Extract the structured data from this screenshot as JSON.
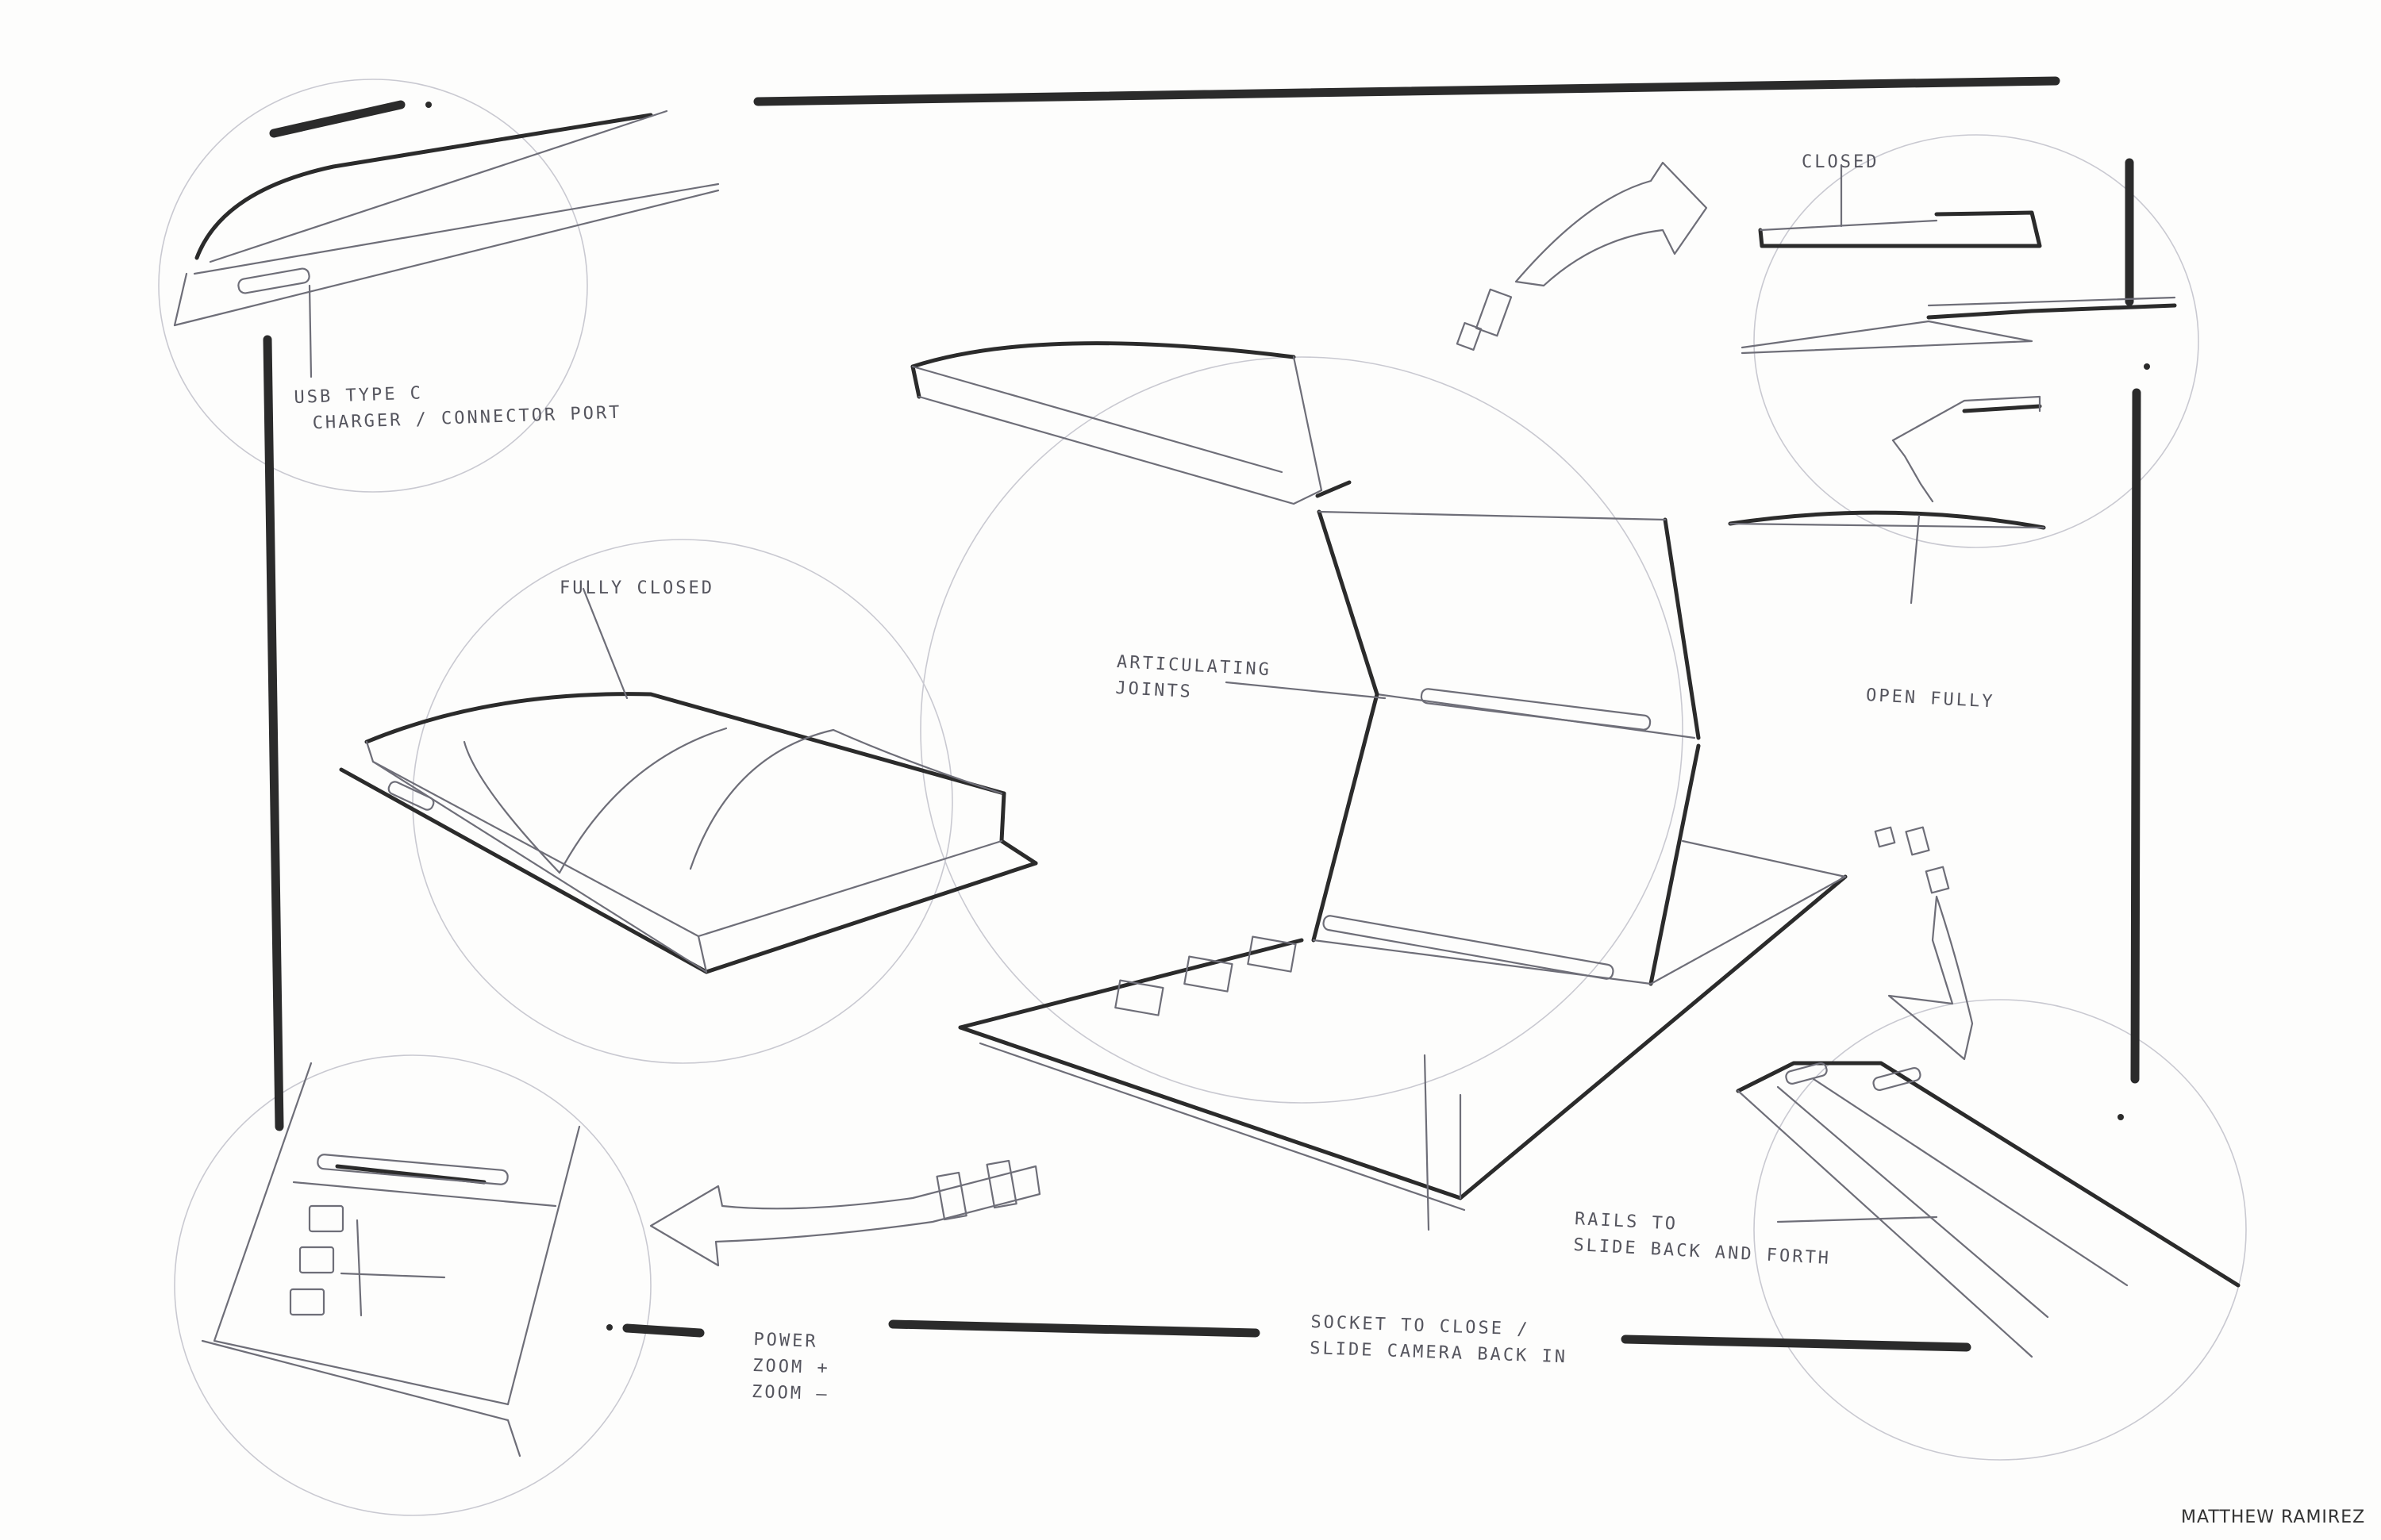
{
  "annotations": {
    "usb_port": [
      "USB TYPE C",
      "CHARGER / CONNECTOR PORT"
    ],
    "fully_closed": "FULLY CLOSED",
    "articulating_joints": [
      "ARTICULATING",
      "JOINTS"
    ],
    "closed": "CLOSED",
    "open_fully": "OPEN FULLY",
    "rails": [
      "RAILS TO",
      "SLIDE BACK AND FORTH"
    ],
    "socket": [
      "SOCKET TO CLOSE /",
      "SLIDE CAMERA BACK IN"
    ],
    "buttons": [
      "POWER",
      "ZOOM +",
      "ZOOM –"
    ]
  },
  "signature": "MATTHEW RAMIREZ"
}
